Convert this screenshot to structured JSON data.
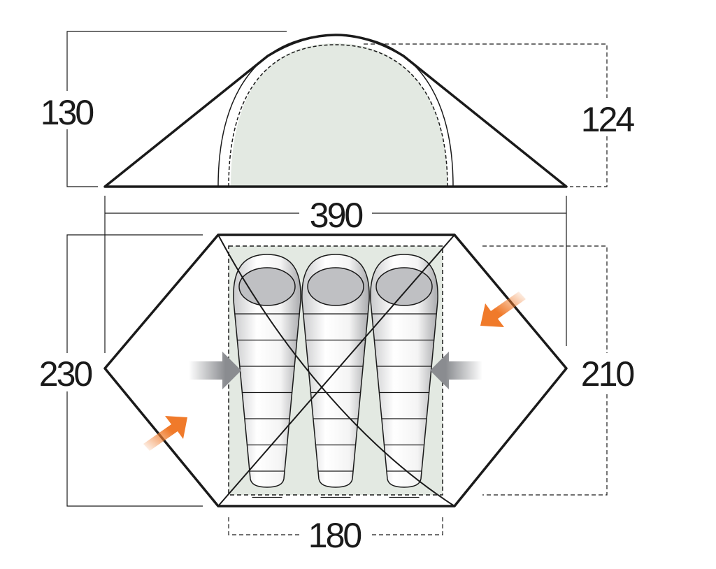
{
  "dimensions": {
    "side_height_outer": "130",
    "side_height_inner": "124",
    "total_length": "390",
    "floor_width_outer": "230",
    "floor_width_inner": "210",
    "inner_length": "180"
  },
  "colors": {
    "inner_fill": "#e3e9e2",
    "arrow_orange": "#f07a2a",
    "arrow_gray": "#8a8c90",
    "head_gray": "#bfc0c3",
    "outline": "#1a1a1a"
  },
  "sleeping_bags": 3,
  "icons": [
    "ventilation-arrow",
    "door-arrow"
  ]
}
